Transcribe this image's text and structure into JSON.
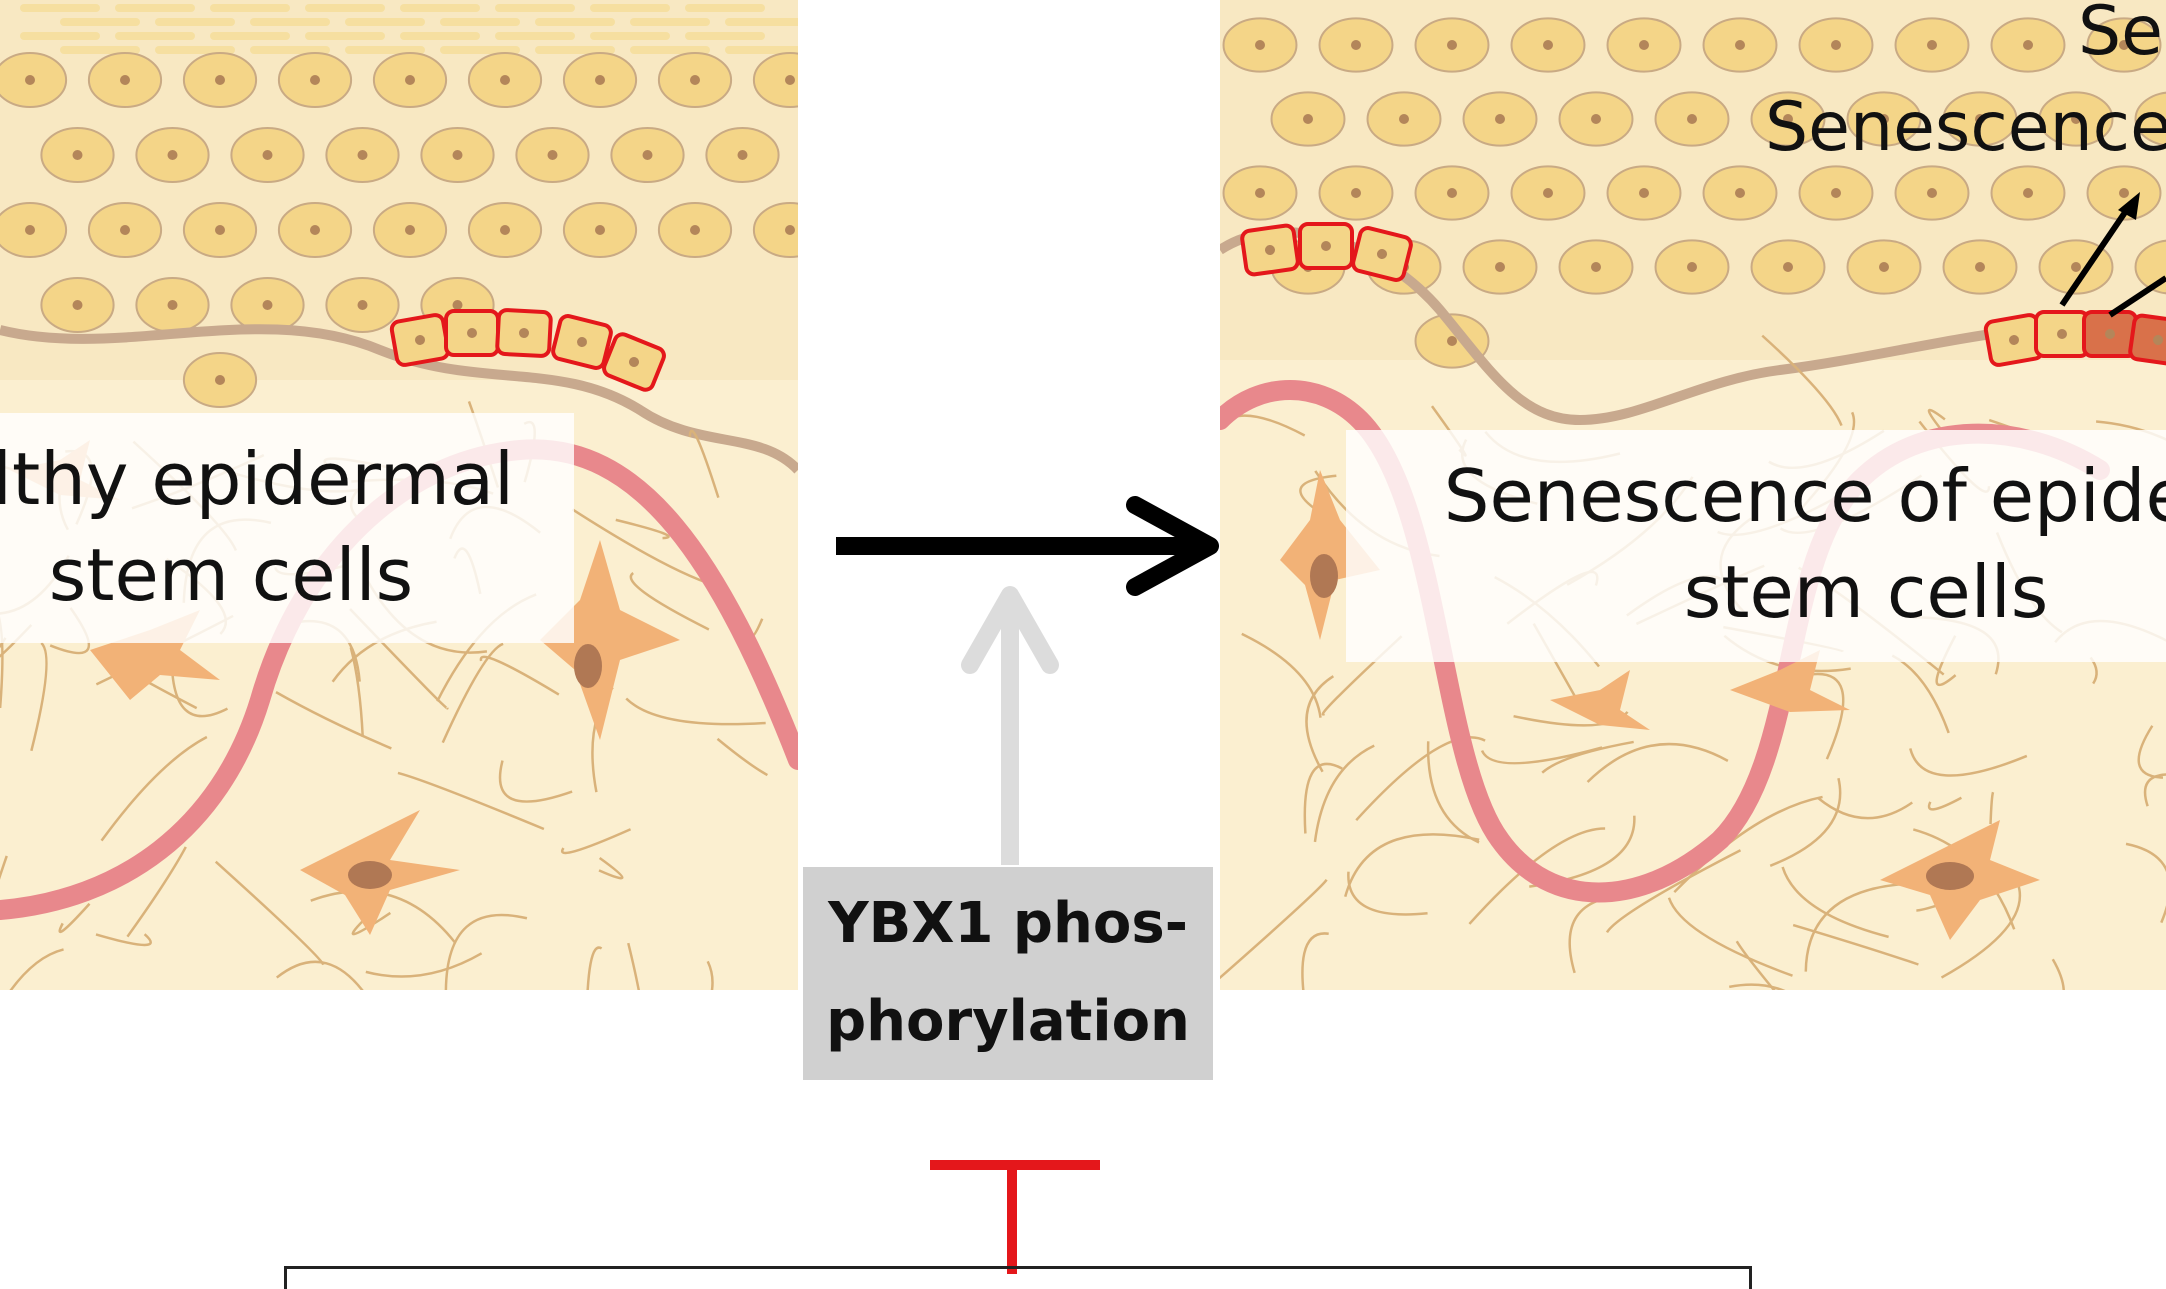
{
  "left_panel": {
    "label_line1": "althy epidermal",
    "label_line2": "stem cells"
  },
  "right_panel": {
    "label_line1": "Senescence of epiderm",
    "label_line2": "stem cells",
    "callout_label": "Senescence",
    "callout_label_top": "Sec"
  },
  "center": {
    "box_line1": "YBX1 phos-",
    "box_line2": "phorylation"
  },
  "colors": {
    "tissue_bg": "#f8e8c2",
    "cell_fill": "#f4d588",
    "cell_nucleus": "#b3865a",
    "stem_cell_outline": "#e4171b",
    "senescent_cell_fill": "#d9714a",
    "membrane": "#e8888c",
    "fibroblast": "#f2b277",
    "fiber": "#d9b27a",
    "arrow_main": "#000000",
    "arrow_up": "#dcdcdc",
    "inhibition": "#e4171b",
    "box_gray": "#d0d0d0"
  }
}
